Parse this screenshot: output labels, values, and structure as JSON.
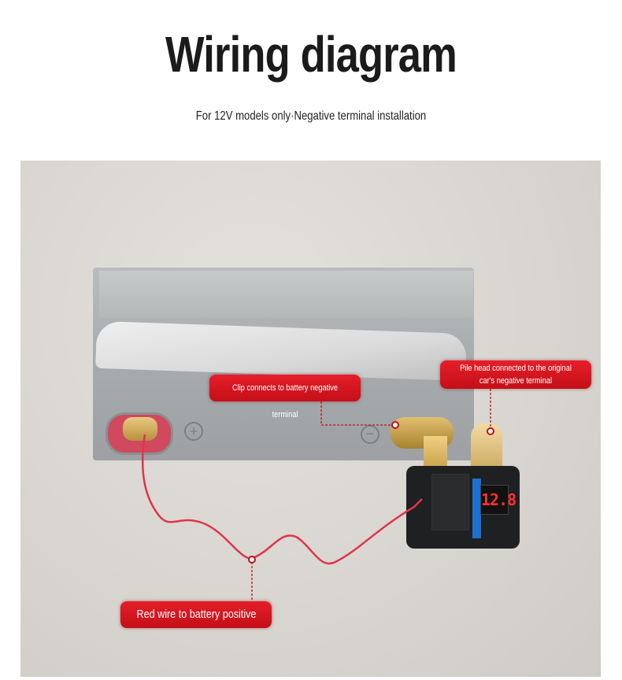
{
  "header": {
    "title": "Wiring diagram",
    "subtitle": "For 12V models only·Negative terminal installation"
  },
  "callouts": {
    "clip": "Clip connects to battery negative terminal",
    "pile_head": "Pile head connected to the original car's negative terminal",
    "red_wire": "Red wire to battery positive"
  },
  "device": {
    "display_value": "12.8"
  },
  "colors": {
    "callout_red": "#d9141d",
    "wire_red": "#e0344a",
    "display_red": "#ff3030"
  }
}
